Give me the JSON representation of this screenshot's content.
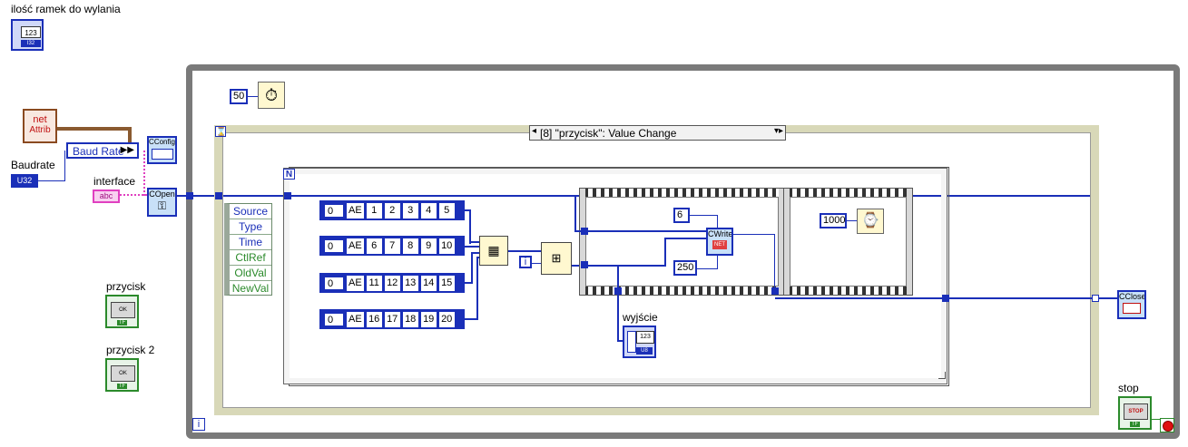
{
  "labels": {
    "frames_count": "ilość ramek do wylania",
    "baudrate": "Baudrate",
    "interface": "interface",
    "przycisk": "przycisk",
    "przycisk2": "przycisk 2",
    "stop": "stop",
    "wyjscie": "wyjście"
  },
  "nodes": {
    "net_attrib_line1": "net",
    "net_attrib_line2": "Attrib",
    "baud_rate_prop": "Baud Rate",
    "cconfig": "CConfig",
    "copen": "COpen",
    "cwrite": "CWrite",
    "cclose": "CClose",
    "u32": "U32",
    "abc": "abc",
    "i123": "I32",
    "num_123": "123",
    "u8": "U8",
    "n_term": "N",
    "i_term": "i",
    "i_while": "i"
  },
  "constants": {
    "wait_ms": "50",
    "case_wait": "1000",
    "write_id": "6",
    "write_len": "250",
    "idx": "0"
  },
  "event_structure": {
    "selector": "[8] \"przycisk\": Value Change",
    "data_items": [
      "Source",
      "Type",
      "Time",
      "CtlRef",
      "OldVal",
      "NewVal"
    ]
  },
  "arrays": [
    {
      "prefix": "AE",
      "cells": [
        "1",
        "2",
        "3",
        "4",
        "5"
      ]
    },
    {
      "prefix": "AE",
      "cells": [
        "6",
        "7",
        "8",
        "9",
        "10"
      ]
    },
    {
      "prefix": "AE",
      "cells": [
        "11",
        "12",
        "13",
        "14",
        "15"
      ]
    },
    {
      "prefix": "AE",
      "cells": [
        "16",
        "17",
        "18",
        "19",
        "20"
      ]
    }
  ],
  "bool_faces": {
    "ok": "OK",
    "stop": "STOP",
    "tf": "TF"
  },
  "colors": {
    "wire_blue": "#1a2fb8",
    "loop_gray": "#7a7a7a",
    "event_frame": "#d8d8b8",
    "bool_green": "#2b8a2b",
    "string_pink": "#e040c0"
  }
}
